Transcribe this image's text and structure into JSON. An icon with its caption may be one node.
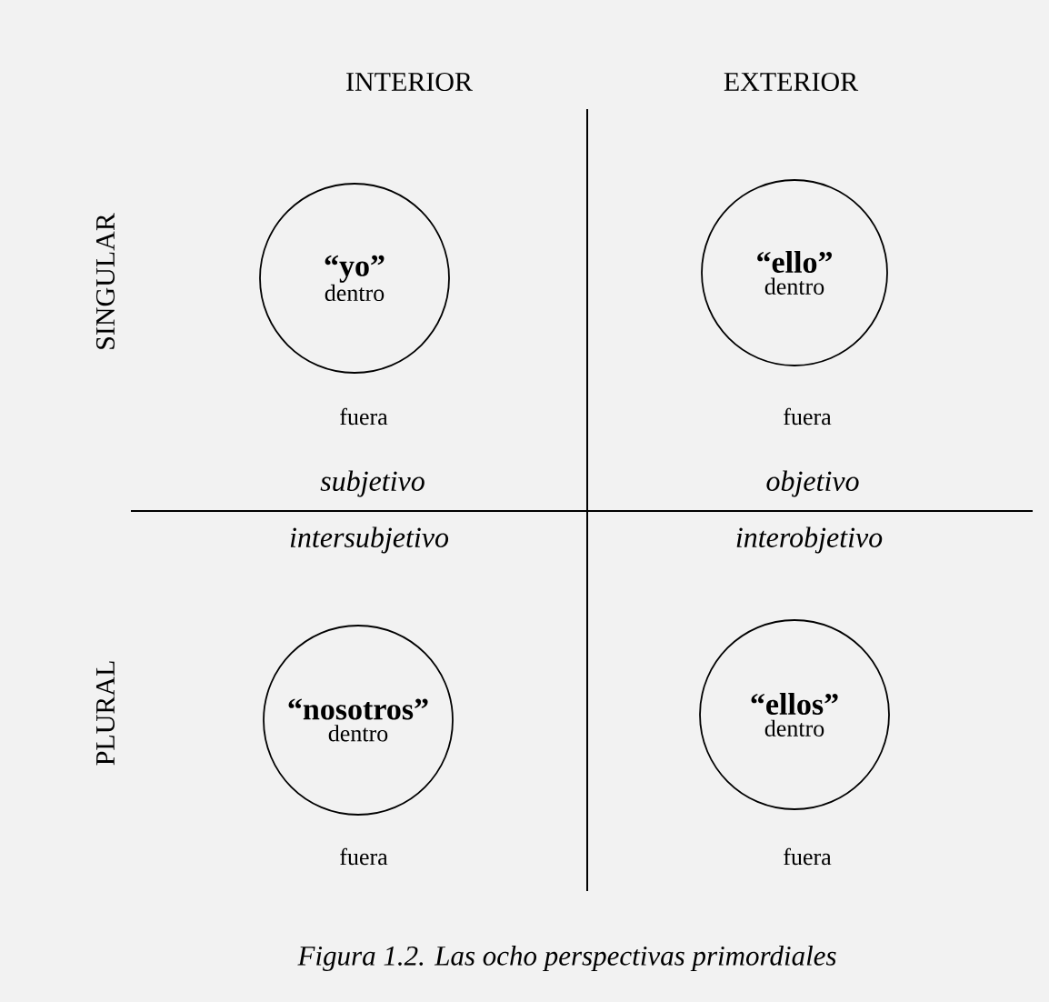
{
  "diagram": {
    "caption": "Figura 1.2. Las ocho perspectivas primordiales",
    "nodes": [
      {
        "text": [
          "“yo”",
          "dentro"
        ],
        "beside": [
          "fuera"
        ]
      },
      {
        "text": [
          "“ello”",
          "dentro"
        ],
        "beside": [
          "fuera"
        ]
      },
      {
        "text": [
          "“nosotros”",
          "dentro"
        ],
        "beside": [
          "fuera"
        ]
      },
      {
        "text": [
          "“ellos”",
          "dentro"
        ],
        "beside": [
          "fuera"
        ]
      }
    ],
    "labels": [
      "INTERIOR",
      "EXTERIOR",
      "SINGULAR",
      "subjetivo",
      "objetivo",
      "intersubjetivo",
      "interobjetivo",
      "PLURAL"
    ]
  }
}
